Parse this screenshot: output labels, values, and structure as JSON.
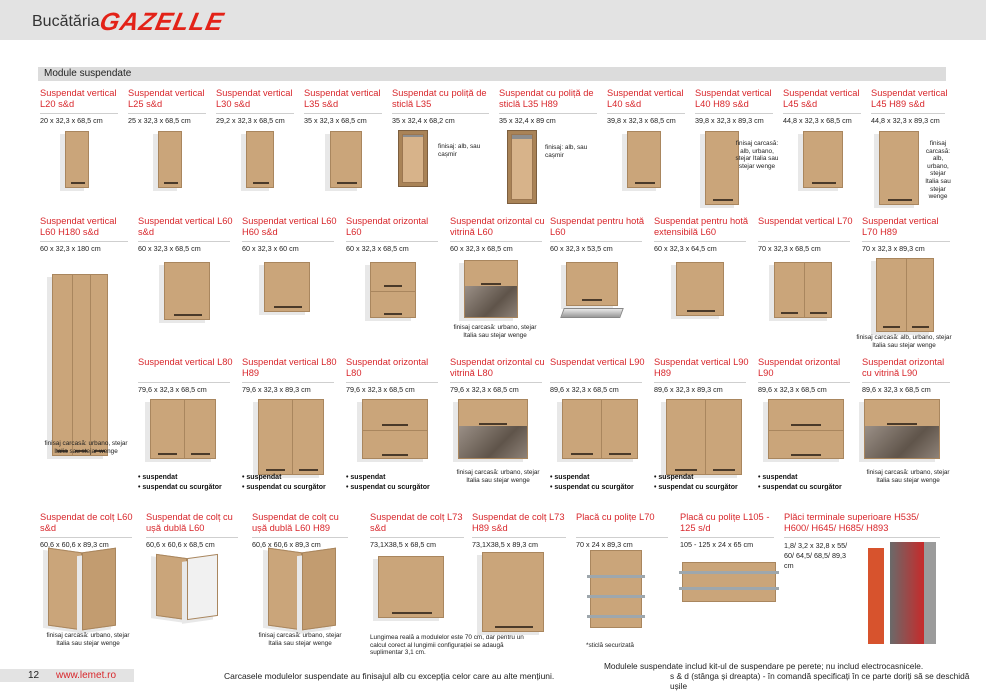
{
  "header": {
    "section": "Bucătăria",
    "brand": "GAZELLE"
  },
  "section_title": "Module suspendate",
  "row1": [
    {
      "name": "Suspendat vertical L20 s&d",
      "dims": "20 x 32,3 x 68,5 cm"
    },
    {
      "name": "Suspendat vertical L25 s&d",
      "dims": "25 x 32,3 x 68,5 cm"
    },
    {
      "name": "Suspendat vertical L30 s&d",
      "dims": "29,2 x 32,3 x 68,5 cm"
    },
    {
      "name": "Suspendat vertical L35 s&d",
      "dims": "35 x 32,3 x 68,5 cm"
    },
    {
      "name": "Suspendat cu poliță de sticlă L35",
      "dims": "35 x 32,4 x 68,2 cm",
      "note": "finisaj: alb, sau cașmir"
    },
    {
      "name": "Suspendat cu poliță de sticlă L35 H89",
      "dims": "35 x 32,4 x 89 cm",
      "note": "finisaj: alb, sau cașmir"
    },
    {
      "name": "Suspendat vertical L40 s&d",
      "dims": "39,8 x 32,3 x 68,5 cm"
    },
    {
      "name": "Suspendat vertical L40 H89 s&d",
      "dims": "39,8 x 32,3 x 89,3 cm",
      "note": "finisaj carcasă: alb, urbano, stejar Italia sau stejar wenge"
    },
    {
      "name": "Suspendat vertical L45 s&d",
      "dims": "44,8 x 32,3 x 68,5 cm"
    },
    {
      "name": "Suspendat vertical L45 H89 s&d",
      "dims": "44,8 x 32,3 x 89,3 cm",
      "note": "finisaj carcasă: alb, urbano, stejar Italia sau stejar wenge"
    }
  ],
  "row2": [
    {
      "name": "Suspendat vertical L60 H180 s&d",
      "dims": "60 x 32,3 x 180 cm",
      "note": "finisaj carcasă: urbano, stejar Italia sau stejar wenge"
    },
    {
      "name": "Suspendat vertical L60 s&d",
      "dims": "60 x 32,3 x 68,5 cm"
    },
    {
      "name": "Suspendat vertical L60 H60 s&d",
      "dims": "60 x 32,3 x 60 cm"
    },
    {
      "name": "Suspendat orizontal L60",
      "dims": "60 x 32,3 x 68,5 cm"
    },
    {
      "name": "Suspendat orizontal cu vitrină L60",
      "dims": "60 x 32,3 x 68,5 cm",
      "note": "finisaj carcasă: urbano, stejar Italia sau stejar wenge"
    },
    {
      "name": "Suspendat pentru hotă L60",
      "dims": "60 x 32,3 x 53,5 cm"
    },
    {
      "name": "Suspendat pentru hotă extensibilă L60",
      "dims": "60 x 32,3 x 64,5 cm"
    },
    {
      "name": "Suspendat vertical L70",
      "dims": "70 x 32,3 x 68,5 cm"
    },
    {
      "name": "Suspendat vertical L70 H89",
      "dims": "70 x 32,3 x 89,3 cm",
      "note": "finisaj carcasă: alb, urbano, stejar Italia sau stejar wenge"
    }
  ],
  "row3": [
    {
      "name": "Suspendat vertical L80",
      "dims": "79,6 x 32,3 x 68,5 cm",
      "b1": "• suspendat",
      "b2": "• suspendat cu scurgător"
    },
    {
      "name": "Suspendat vertical L80 H89",
      "dims": "79,6 x 32,3 x 89,3 cm",
      "b1": "• suspendat",
      "b2": "• suspendat cu scurgător"
    },
    {
      "name": "Suspendat orizontal L80",
      "dims": "79,6 x 32,3 x 68,5 cm",
      "b1": "• suspendat",
      "b2": "• suspendat cu scurgător"
    },
    {
      "name": "Suspendat orizontal cu vitrină L80",
      "dims": "79,6 x 32,3 x 68,5 cm",
      "note": "finisaj carcasă: urbano, stejar Italia sau stejar wenge"
    },
    {
      "name": "Suspendat vertical L90",
      "dims": "89,6 x 32,3 x 68,5 cm",
      "b1": "• suspendat",
      "b2": "• suspendat cu scurgător"
    },
    {
      "name": "Suspendat vertical L90 H89",
      "dims": "89,6 x 32,3 x 89,3 cm",
      "b1": "• suspendat",
      "b2": "• suspendat cu scurgător"
    },
    {
      "name": "Suspendat orizontal L90",
      "dims": "89,6 x 32,3 x 68,5 cm",
      "b1": "• suspendat",
      "b2": "• suspendat cu scurgător"
    },
    {
      "name": "Suspendat orizontal cu vitrină L90",
      "dims": "89,6 x 32,3 x 68,5 cm",
      "note": "finisaj carcasă: urbano, stejar Italia sau stejar wenge"
    }
  ],
  "row4": [
    {
      "name": "Suspendat de colț L60 s&d",
      "dims": "60,6 x 60,6 x 89,3 cm",
      "note": "finisaj carcasă: urbano, stejar Italia sau stejar wenge"
    },
    {
      "name": "Suspendat de colț cu ușă dublă L60",
      "dims": "60,6 x 60,6 x 68,5 cm"
    },
    {
      "name": "Suspendat de colț cu ușă dublă L60 H89",
      "dims": "60,6 x 60,6 x 89,3 cm",
      "note": "finisaj carcasă: urbano, stejar Italia sau stejar wenge"
    },
    {
      "name": "Suspendat de colț L73 s&d",
      "dims": "73,1X38,5 x 68,5 cm",
      "note": "Lungimea reală a modulelor este 70 cm, dar pentru un calcul corect al lungimii configurației se adaugă suplimentar 3,1 cm."
    },
    {
      "name": "Suspendat de colț L73 H89 s&d",
      "dims": "73,1X38,5 x 89,3 cm"
    },
    {
      "name": "Placă cu polițe L70",
      "dims": "70 x 24 x 89,3 cm",
      "note": "*sticlă securizată"
    },
    {
      "name": "Placă cu polițe L105 - 125 s/d",
      "dims": "105 - 125 x 24 x 65 cm"
    },
    {
      "name": "Plăci terminale superioare H535/ H600/ H645/ H685/ H893",
      "dims": "1,8/ 3,2 x 32,8 x 55/ 60/ 64,5/ 68,5/ 89,3 cm"
    }
  ],
  "footer": {
    "page": "12",
    "url": "www.lemet.ro",
    "note1": "Carcasele modulelor suspendate au finisajul alb cu excepția celor care au alte mențiuni.",
    "note2": "Modulele suspendate includ kit-ul de suspendare pe perete; nu includ electrocasnicele.",
    "note3": "s & d (stânga și dreapta) - în comandă specificați în ce parte doriți să se deschidă ușile"
  },
  "colors": {
    "accent": "#d8262b",
    "wood": "#caa57a",
    "carcass": "#e8e8e8"
  }
}
